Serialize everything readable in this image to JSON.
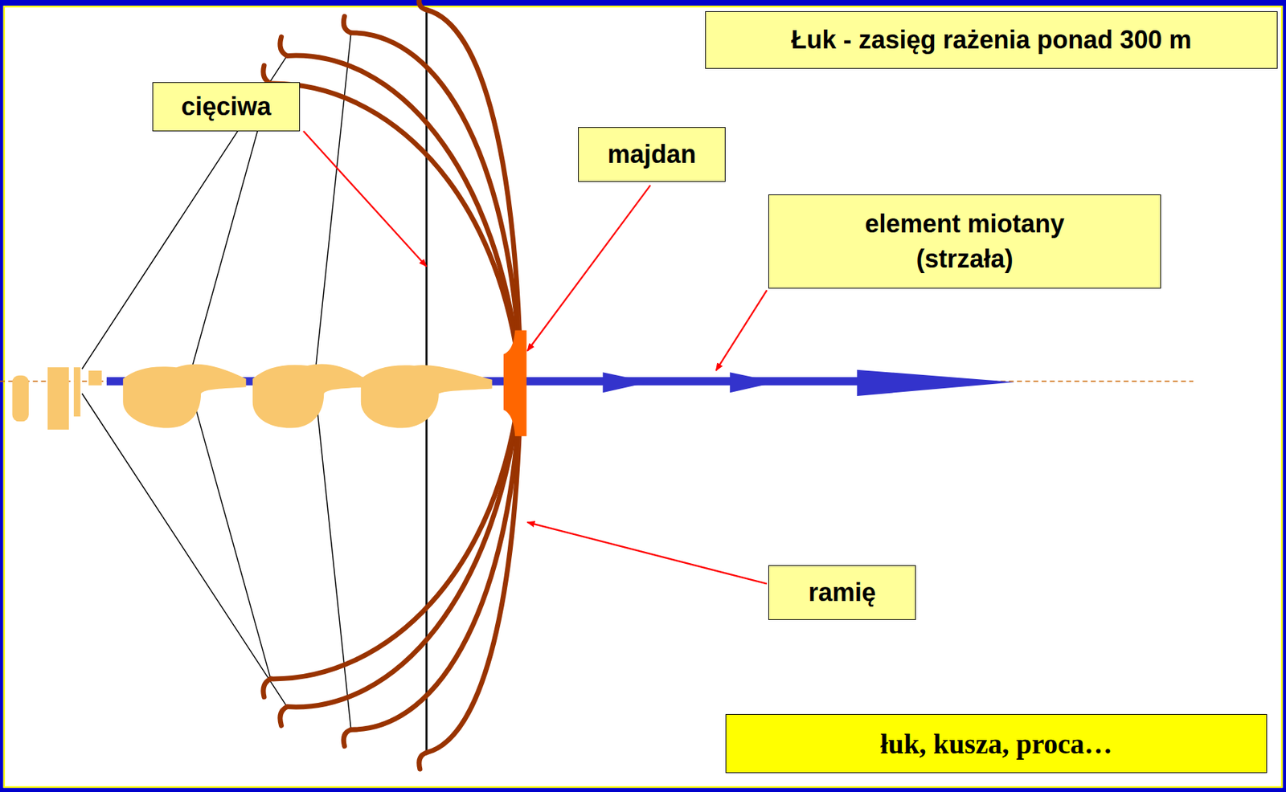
{
  "diagram": {
    "title": "Łuk - zasięg rażenia ponad 300 m",
    "caption": "łuk, kusza, proca…",
    "nodes": [
      {
        "text": [
          "cięciwa"
        ]
      },
      {
        "text": [
          "majdan"
        ]
      },
      {
        "text": [
          "element miotany (strzała)"
        ]
      },
      {
        "text": [
          "ramię"
        ]
      }
    ]
  }
}
